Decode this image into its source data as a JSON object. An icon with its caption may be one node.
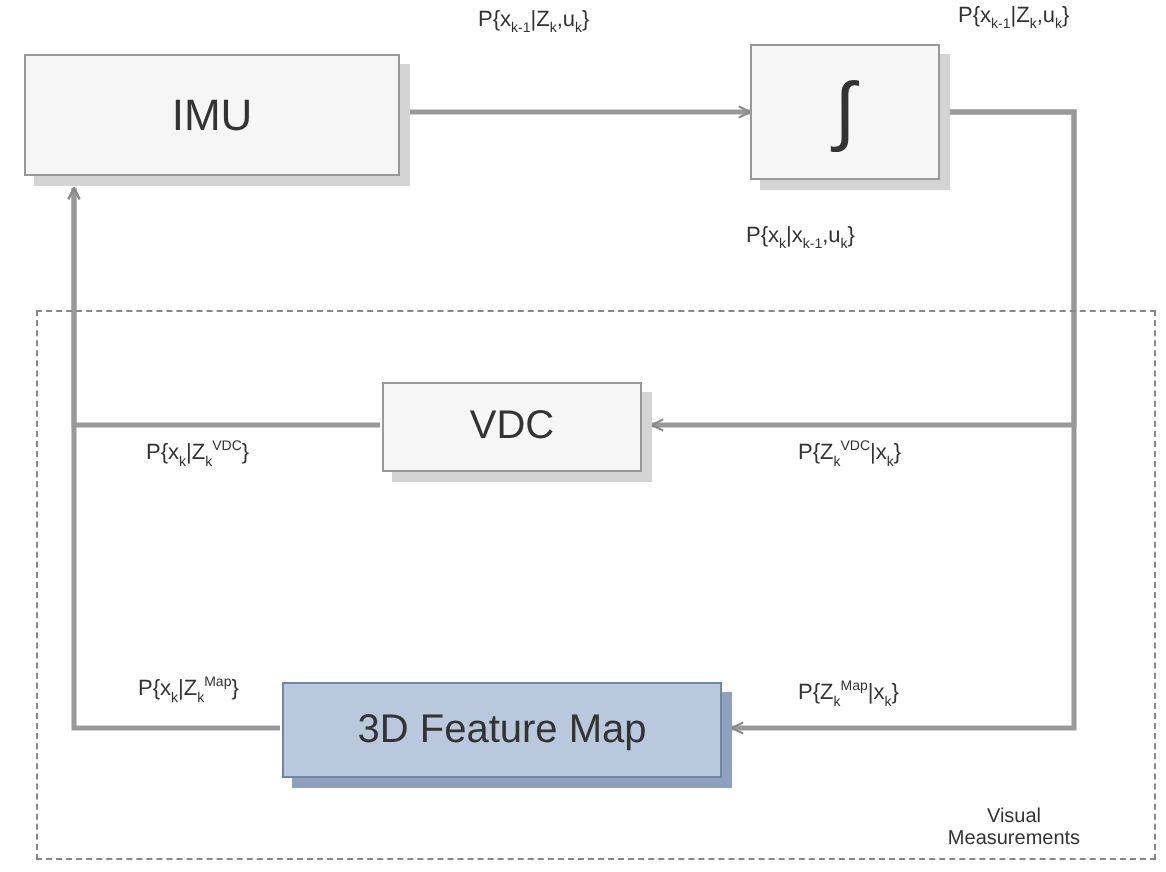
{
  "diagram": {
    "nodes": [
      {
        "text": [
          "IMU"
        ]
      },
      {
        "text": [
          "∫"
        ]
      },
      {
        "text": [
          "Visual Measurements"
        ]
      },
      {
        "text": [
          "VDC"
        ],
        "in": 2
      },
      {
        "text": [
          "3D Feature Map"
        ],
        "in": 2
      }
    ],
    "edges": [
      {
        "from": 0,
        "to": 1,
        "arrow": "to",
        "label": "P{x$_{k-1}$|Z$_{k}$,u$_{k}$}"
      },
      {
        "from": 1,
        "to": 3,
        "arrow": "to",
        "label": "P{Z$_{k}$$^{VDC}$|x$_{k}$}"
      },
      {
        "from": 1,
        "to": 4,
        "arrow": "to",
        "label": "P{Z$_{k}$$^{Map}$|x$_{k}$}"
      },
      {
        "from": 3,
        "to": 0,
        "arrow": "to",
        "label": "P{x$_{k}$|Z$_{k}$$^{VDC}$}"
      },
      {
        "from": 4,
        "to": 0,
        "arrow": "to",
        "label": "P{x$_{k}$|Z$_{k}$$^{Map}$}"
      }
    ],
    "labels": [
      "P{x$_{k-1}$|Z$_{k}$,u$_{k}$}",
      "P{x$_{k}$|x$_{k-1}$,u$_{k}$}"
    ]
  }
}
